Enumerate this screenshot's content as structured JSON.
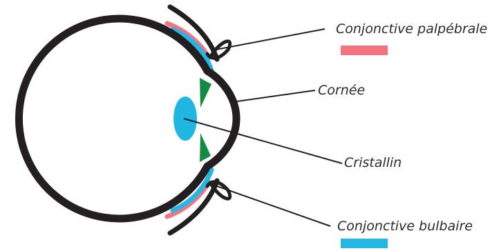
{
  "labels": {
    "palpebral": "Conjonctive palpébrale",
    "cornea": "Cornée",
    "lens": "Cristallin",
    "bulbar": "Conjonctive bulbaire"
  },
  "colors": {
    "outline": "#231f20",
    "palpebral_conjunctiva": "#f27480",
    "bulbar_conjunctiva": "#25b6e4",
    "lens": "#1fb6e2",
    "iris": "#138c43",
    "leader_line": "#231f20",
    "text": "#2a2a2a"
  },
  "legend": [
    {
      "label_key": "palpebral",
      "color": "#f27480"
    },
    {
      "label_key": "bulbar",
      "color": "#25b6e4"
    }
  ]
}
